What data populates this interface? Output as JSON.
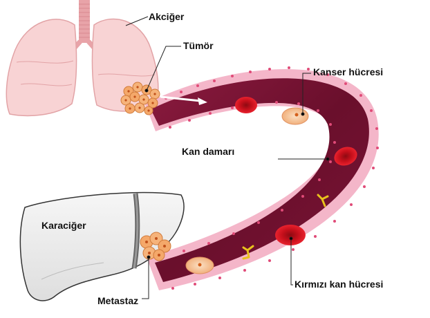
{
  "labels": {
    "lung": "Akciğer",
    "tumor": "Tümör",
    "cancer_cell": "Kanser hücresi",
    "blood_vessel": "Kan damarı",
    "liver": "Karaciğer",
    "metastasis": "Metastaz",
    "red_blood_cell": "Kırmızı kan hücresi"
  },
  "colors": {
    "lung_fill": "#f8d3d4",
    "lung_outline": "#e2a3a6",
    "trachea": "#e8a3a8",
    "vessel_outer": "#f4b6c9",
    "vessel_inner": "#6f1230",
    "red_cell": "#d3101c",
    "cancer_cell": "#f3b987",
    "tumor_cell": "#f4a86a",
    "liver_fill": "#ececec",
    "liver_outline": "#333333",
    "antibody": "#e8c21d",
    "arrow": "#ffffff"
  }
}
